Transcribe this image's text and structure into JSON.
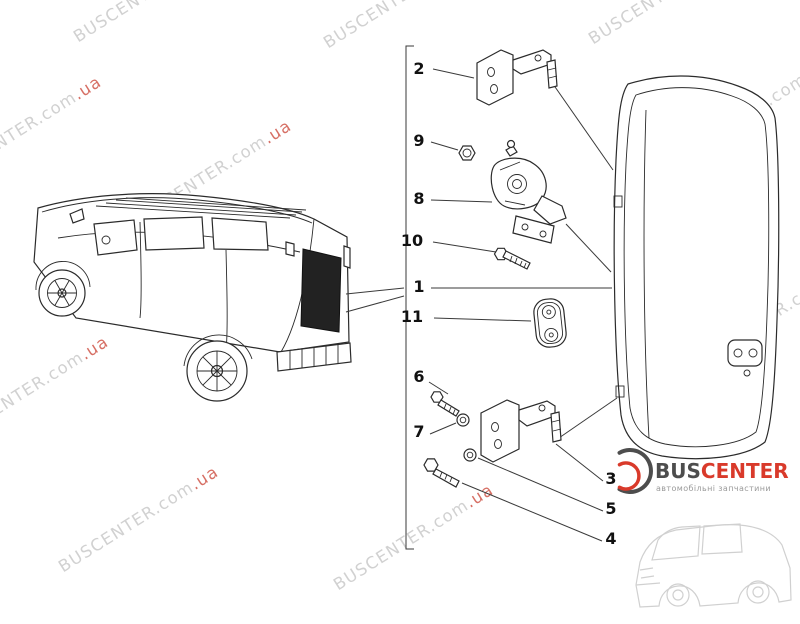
{
  "watermark": {
    "text": "BUSCENTER.com",
    "suffix": ".ua"
  },
  "brand": {
    "name_primary": "BUS",
    "name_secondary": "CENTER",
    "tagline": "автомобільні запчастини"
  },
  "callouts": {
    "c1": "1",
    "c2": "2",
    "c3": "3",
    "c4": "4",
    "c5": "5",
    "c6": "6",
    "c7": "7",
    "c8": "8",
    "c9": "9",
    "c10": "10",
    "c11": "11"
  },
  "colors": {
    "accent_red": "#d93a2b",
    "line_dark": "#2b2b2b",
    "watermark_gray": "#c9c9c9",
    "logo_gray": "#4d4d4d"
  }
}
